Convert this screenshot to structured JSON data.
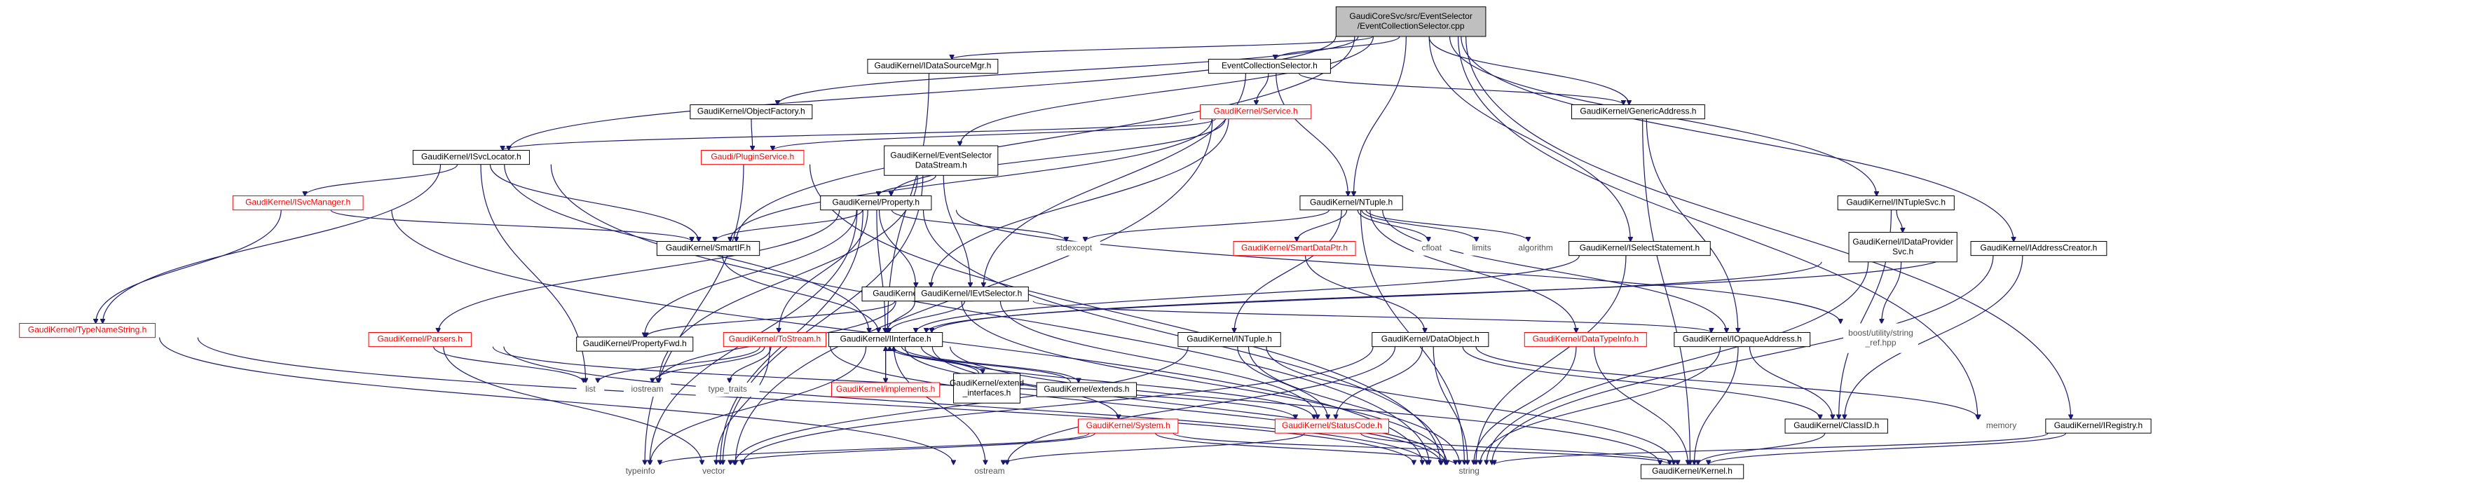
{
  "diagram": {
    "colors": {
      "edge": "#191970",
      "root_fill": "#bfbfbf",
      "box_fill": "#ffffff",
      "box_stroke": "#000000",
      "link_stroke": "#ff0000",
      "text": "#000000",
      "link_text": "#ff0000",
      "external_text": "#555555"
    },
    "nodes": [
      {
        "id": "root",
        "lines": [
          "GaudiCoreSvc/src/EventSelector",
          "/EventCollectionSelector.cpp"
        ],
        "kind": "root"
      },
      {
        "id": "datasourcemgr",
        "lines": [
          "GaudiKernel/IDataSourceMgr.h"
        ],
        "kind": "file"
      },
      {
        "id": "ecs",
        "lines": [
          "EventCollectionSelector.h"
        ],
        "kind": "file"
      },
      {
        "id": "objectfactory",
        "lines": [
          "GaudiKernel/ObjectFactory.h"
        ],
        "kind": "file"
      },
      {
        "id": "service",
        "lines": [
          "GaudiKernel/Service.h"
        ],
        "kind": "link"
      },
      {
        "id": "genericaddress",
        "lines": [
          "GaudiKernel/GenericAddress.h"
        ],
        "kind": "file"
      },
      {
        "id": "isvclocator",
        "lines": [
          "GaudiKernel/ISvcLocator.h"
        ],
        "kind": "file"
      },
      {
        "id": "pluginservice",
        "lines": [
          "Gaudi/PluginService.h"
        ],
        "kind": "link"
      },
      {
        "id": "evtselds",
        "lines": [
          "GaudiKernel/EventSelector",
          "DataStream.h"
        ],
        "kind": "file"
      },
      {
        "id": "isvcmanager",
        "lines": [
          "GaudiKernel/ISvcManager.h"
        ],
        "kind": "link"
      },
      {
        "id": "property",
        "lines": [
          "GaudiKernel/Property.h"
        ],
        "kind": "file"
      },
      {
        "id": "ntuple",
        "lines": [
          "GaudiKernel/NTuple.h"
        ],
        "kind": "file"
      },
      {
        "id": "intuplesvc",
        "lines": [
          "GaudiKernel/INTupleSvc.h"
        ],
        "kind": "file"
      },
      {
        "id": "smartif",
        "lines": [
          "GaudiKernel/SmartIF.h"
        ],
        "kind": "file"
      },
      {
        "id": "stdexcept",
        "lines": [
          "stdexcept"
        ],
        "kind": "external"
      },
      {
        "id": "smartdataptr",
        "lines": [
          "GaudiKernel/SmartDataPtr.h"
        ],
        "kind": "link"
      },
      {
        "id": "cfloat",
        "lines": [
          "cfloat"
        ],
        "kind": "external"
      },
      {
        "id": "limits",
        "lines": [
          "limits"
        ],
        "kind": "external"
      },
      {
        "id": "algorithm",
        "lines": [
          "algorithm"
        ],
        "kind": "external"
      },
      {
        "id": "iselectstatement",
        "lines": [
          "GaudiKernel/ISelectStatement.h"
        ],
        "kind": "file"
      },
      {
        "id": "idataprovidersvc",
        "lines": [
          "GaudiKernel/IDataProvider",
          "Svc.h"
        ],
        "kind": "file"
      },
      {
        "id": "iaddresscreator",
        "lines": [
          "GaudiKernel/IAddressCreator.h"
        ],
        "kind": "file"
      },
      {
        "id": "typenamestring",
        "lines": [
          "GaudiKernel/TypeNameString.h"
        ],
        "kind": "link"
      },
      {
        "id": "iproperty",
        "lines": [
          "GaudiKernel/IProperty.h"
        ],
        "kind": "file"
      },
      {
        "id": "ievtselector",
        "lines": [
          "GaudiKernel/IEvtSelector.h"
        ],
        "kind": "file"
      },
      {
        "id": "parsers",
        "lines": [
          "GaudiKernel/Parsers.h"
        ],
        "kind": "link"
      },
      {
        "id": "propertyfwd",
        "lines": [
          "GaudiKernel/PropertyFwd.h"
        ],
        "kind": "file"
      },
      {
        "id": "tostream",
        "lines": [
          "GaudiKernel/ToStream.h"
        ],
        "kind": "link"
      },
      {
        "id": "iinterface",
        "lines": [
          "GaudiKernel/IInterface.h"
        ],
        "kind": "file"
      },
      {
        "id": "intuple",
        "lines": [
          "GaudiKernel/INTuple.h"
        ],
        "kind": "file"
      },
      {
        "id": "dataobject",
        "lines": [
          "GaudiKernel/DataObject.h"
        ],
        "kind": "file"
      },
      {
        "id": "datatypeinfo",
        "lines": [
          "GaudiKernel/DataTypeInfo.h"
        ],
        "kind": "link"
      },
      {
        "id": "iopaqueaddress",
        "lines": [
          "GaudiKernel/IOpaqueAddress.h"
        ],
        "kind": "file"
      },
      {
        "id": "boost",
        "lines": [
          "boost/utility/string",
          "_ref.hpp"
        ],
        "kind": "external"
      },
      {
        "id": "list",
        "lines": [
          "list"
        ],
        "kind": "external"
      },
      {
        "id": "iostream",
        "lines": [
          "iostream"
        ],
        "kind": "external"
      },
      {
        "id": "typetraits",
        "lines": [
          "type_traits"
        ],
        "kind": "external"
      },
      {
        "id": "implements",
        "lines": [
          "GaudiKernel/implements.h"
        ],
        "kind": "link"
      },
      {
        "id": "extendinterfaces",
        "lines": [
          "GaudiKernel/extend",
          "_interfaces.h"
        ],
        "kind": "file"
      },
      {
        "id": "extends",
        "lines": [
          "GaudiKernel/extends.h"
        ],
        "kind": "file"
      },
      {
        "id": "system",
        "lines": [
          "GaudiKernel/System.h"
        ],
        "kind": "link"
      },
      {
        "id": "statuscode",
        "lines": [
          "GaudiKernel/StatusCode.h"
        ],
        "kind": "link"
      },
      {
        "id": "classid",
        "lines": [
          "GaudiKernel/ClassID.h"
        ],
        "kind": "file"
      },
      {
        "id": "memory",
        "lines": [
          "memory"
        ],
        "kind": "external"
      },
      {
        "id": "iregistry",
        "lines": [
          "GaudiKernel/IRegistry.h"
        ],
        "kind": "file"
      },
      {
        "id": "typeinfo",
        "lines": [
          "typeinfo"
        ],
        "kind": "external"
      },
      {
        "id": "vector",
        "lines": [
          "vector"
        ],
        "kind": "external"
      },
      {
        "id": "ostream",
        "lines": [
          "ostream"
        ],
        "kind": "external"
      },
      {
        "id": "string",
        "lines": [
          "string"
        ],
        "kind": "external"
      },
      {
        "id": "kernel",
        "lines": [
          "GaudiKernel/Kernel.h"
        ],
        "kind": "file"
      }
    ],
    "edges": [
      [
        "root",
        "datasourcemgr"
      ],
      [
        "root",
        "ecs"
      ],
      [
        "root",
        "objectfactory"
      ],
      [
        "root",
        "genericaddress"
      ],
      [
        "root",
        "isvclocator"
      ],
      [
        "root",
        "evtselds"
      ],
      [
        "root",
        "ntuple"
      ],
      [
        "root",
        "intuplesvc"
      ],
      [
        "root",
        "smartif"
      ],
      [
        "root",
        "iselectstatement"
      ],
      [
        "root",
        "iaddresscreator"
      ],
      [
        "root",
        "iregistry"
      ],
      [
        "root",
        "memory"
      ],
      [
        "datasourcemgr",
        "iinterface"
      ],
      [
        "ecs",
        "service"
      ],
      [
        "ecs",
        "genericaddress"
      ],
      [
        "ecs",
        "ntuple"
      ],
      [
        "ecs",
        "ievtselector"
      ],
      [
        "objectfactory",
        "pluginservice"
      ],
      [
        "service",
        "isvclocator"
      ],
      [
        "service",
        "pluginservice"
      ],
      [
        "service",
        "property"
      ],
      [
        "service",
        "smartif"
      ],
      [
        "service",
        "iproperty"
      ],
      [
        "service",
        "vector"
      ],
      [
        "genericaddress",
        "iopaqueaddress"
      ],
      [
        "genericaddress",
        "kernel"
      ],
      [
        "isvclocator",
        "isvcmanager"
      ],
      [
        "isvclocator",
        "smartif"
      ],
      [
        "isvclocator",
        "typenamestring"
      ],
      [
        "isvclocator",
        "iinterface"
      ],
      [
        "isvclocator",
        "list"
      ],
      [
        "isvclocator",
        "string"
      ],
      [
        "pluginservice",
        "typeinfo"
      ],
      [
        "pluginservice",
        "string"
      ],
      [
        "evtselds",
        "property"
      ],
      [
        "evtselds",
        "ievtselector"
      ],
      [
        "evtselds",
        "iostream"
      ],
      [
        "evtselds",
        "vector"
      ],
      [
        "isvcmanager",
        "smartif"
      ],
      [
        "isvcmanager",
        "typenamestring"
      ],
      [
        "isvcmanager",
        "string"
      ],
      [
        "property",
        "smartif"
      ],
      [
        "property",
        "stdexcept"
      ],
      [
        "property",
        "iproperty"
      ],
      [
        "property",
        "parsers"
      ],
      [
        "property",
        "propertyfwd"
      ],
      [
        "property",
        "tostream"
      ],
      [
        "property",
        "iinterface"
      ],
      [
        "property",
        "boost"
      ],
      [
        "property",
        "string"
      ],
      [
        "property",
        "typeinfo"
      ],
      [
        "property",
        "vector"
      ],
      [
        "ntuple",
        "stdexcept"
      ],
      [
        "ntuple",
        "smartdataptr"
      ],
      [
        "ntuple",
        "cfloat"
      ],
      [
        "ntuple",
        "limits"
      ],
      [
        "ntuple",
        "algorithm"
      ],
      [
        "ntuple",
        "intuple"
      ],
      [
        "ntuple",
        "datatypeinfo"
      ],
      [
        "ntuple",
        "iopaqueaddress"
      ],
      [
        "ntuple",
        "string"
      ],
      [
        "intuplesvc",
        "idataprovidersvc"
      ],
      [
        "intuplesvc",
        "classid"
      ],
      [
        "smartif",
        "iinterface"
      ],
      [
        "smartdataptr",
        "dataobject"
      ],
      [
        "iselectstatement",
        "iinterface"
      ],
      [
        "iselectstatement",
        "string"
      ],
      [
        "idataprovidersvc",
        "iinterface"
      ],
      [
        "idataprovidersvc",
        "boost"
      ],
      [
        "idataprovidersvc",
        "string"
      ],
      [
        "iaddresscreator",
        "iinterface"
      ],
      [
        "iaddresscreator",
        "classid"
      ],
      [
        "iaddresscreator",
        "string"
      ],
      [
        "typenamestring",
        "string"
      ],
      [
        "typenamestring",
        "ostream"
      ],
      [
        "iproperty",
        "iinterface"
      ],
      [
        "iproperty",
        "propertyfwd"
      ],
      [
        "iproperty",
        "iostream"
      ],
      [
        "iproperty",
        "string"
      ],
      [
        "ievtselector",
        "iinterface"
      ],
      [
        "ievtselector",
        "statuscode"
      ],
      [
        "ievtselector",
        "iopaqueaddress"
      ],
      [
        "parsers",
        "list"
      ],
      [
        "parsers",
        "statuscode"
      ],
      [
        "parsers",
        "string"
      ],
      [
        "parsers",
        "vector"
      ],
      [
        "tostream",
        "iostream"
      ],
      [
        "tostream",
        "list"
      ],
      [
        "tostream",
        "typetraits"
      ],
      [
        "tostream",
        "string"
      ],
      [
        "tostream",
        "vector"
      ],
      [
        "iinterface",
        "implements"
      ],
      [
        "iinterface",
        "extendinterfaces"
      ],
      [
        "iinterface",
        "extends"
      ],
      [
        "iinterface",
        "system"
      ],
      [
        "iinterface",
        "statuscode"
      ],
      [
        "iinterface",
        "kernel"
      ],
      [
        "iinterface",
        "ostream"
      ],
      [
        "iinterface",
        "typeinfo"
      ],
      [
        "iinterface",
        "string"
      ],
      [
        "implements",
        "iinterface"
      ],
      [
        "extendinterfaces",
        "iinterface"
      ],
      [
        "extends",
        "iinterface"
      ],
      [
        "intuple",
        "statuscode"
      ],
      [
        "intuple",
        "string"
      ],
      [
        "intuple",
        "vector"
      ],
      [
        "intuple",
        "kernel"
      ],
      [
        "dataobject",
        "classid"
      ],
      [
        "dataobject",
        "statuscode"
      ],
      [
        "dataobject",
        "string"
      ],
      [
        "dataobject",
        "memory"
      ],
      [
        "dataobject",
        "vector"
      ],
      [
        "dataobject",
        "ostream"
      ],
      [
        "datatypeinfo",
        "string"
      ],
      [
        "datatypeinfo",
        "kernel"
      ],
      [
        "iopaqueaddress",
        "classid"
      ],
      [
        "iopaqueaddress",
        "kernel"
      ],
      [
        "iopaqueaddress",
        "string"
      ],
      [
        "system",
        "typeinfo"
      ],
      [
        "system",
        "vector"
      ],
      [
        "system",
        "string"
      ],
      [
        "system",
        "kernel"
      ],
      [
        "statuscode",
        "ostream"
      ],
      [
        "statuscode",
        "kernel"
      ],
      [
        "classid",
        "kernel"
      ],
      [
        "iregistry",
        "kernel"
      ],
      [
        "iregistry",
        "string"
      ]
    ]
  }
}
